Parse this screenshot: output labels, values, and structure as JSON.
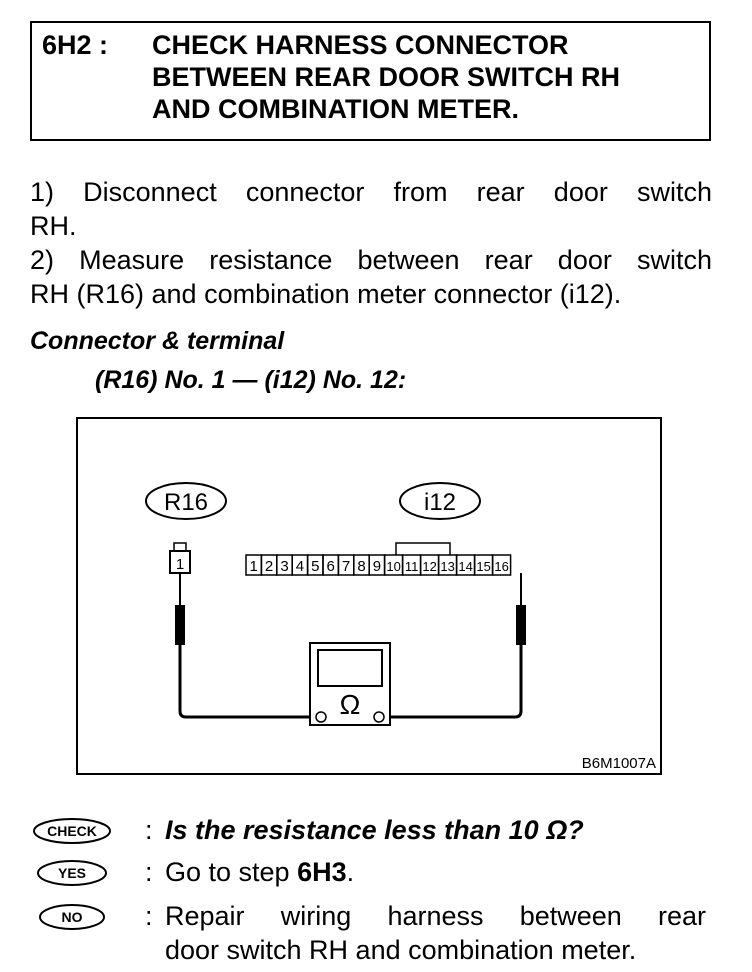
{
  "header": {
    "step_code": "6H2 :",
    "title_lines": [
      "CHECK HARNESS CONNECTOR",
      "BETWEEN REAR DOOR SWITCH RH",
      "AND COMBINATION METER."
    ]
  },
  "instructions": {
    "step1_line1": "1) Disconnect connector from rear door switch",
    "step1_line2": "RH.",
    "step2_line1": "2) Measure resistance between rear door switch",
    "step2_line2": "RH (R16) and combination meter connector (i12)."
  },
  "connector_heading": {
    "line1": "Connector & terminal",
    "line2": "(R16) No. 1 — (i12) No. 12:"
  },
  "diagram": {
    "connector_left_label": "R16",
    "connector_right_label": "i12",
    "left_terminal": "1",
    "right_terminals": [
      "1",
      "2",
      "3",
      "4",
      "5",
      "6",
      "7",
      "8",
      "9",
      "10",
      "11",
      "12",
      "13",
      "14",
      "15",
      "16"
    ],
    "meter_symbol": "Ω",
    "figure_code": "B6M1007A"
  },
  "results": {
    "check_badge": "CHECK",
    "check_question": "Is the resistance less than 10 Ω?",
    "yes_badge": "YES",
    "yes_prefix": "Go to step ",
    "yes_step": "6H3",
    "yes_suffix": ".",
    "no_badge": "NO",
    "no_line1": "Repair wiring harness between rear",
    "no_line2": "door switch RH and combination meter."
  }
}
